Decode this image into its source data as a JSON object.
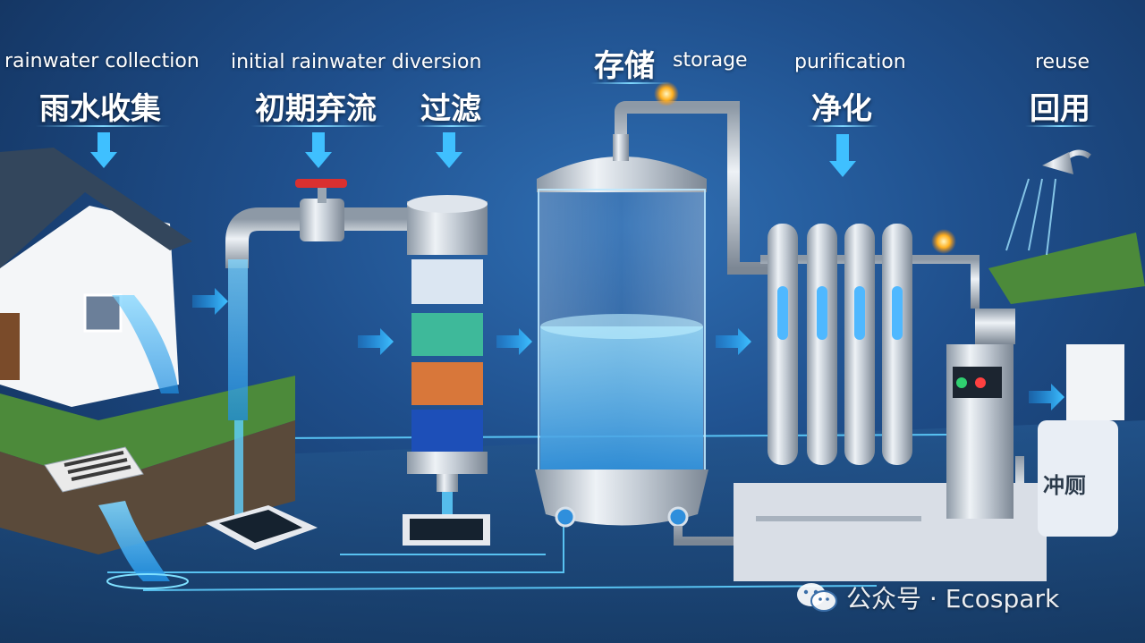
{
  "stages": [
    {
      "en": "rainwater collection",
      "zh": "雨水收集"
    },
    {
      "en": "initial rainwater diversion",
      "zh": "初期弃流"
    },
    {
      "zh": "过滤"
    },
    {
      "en": "storage",
      "zh": "存储"
    },
    {
      "en": "purification",
      "zh": "净化"
    },
    {
      "en": "reuse",
      "zh": "回用"
    }
  ],
  "toilet_tank_label": "冲厕",
  "watermark": {
    "text": "公众号 · Ecospark",
    "icon": "wechat-icon"
  },
  "colors": {
    "water": "#3fb6ff",
    "glow": "#7fe0ff",
    "background": "#1f4f8c",
    "steel": "#c9d3de"
  }
}
